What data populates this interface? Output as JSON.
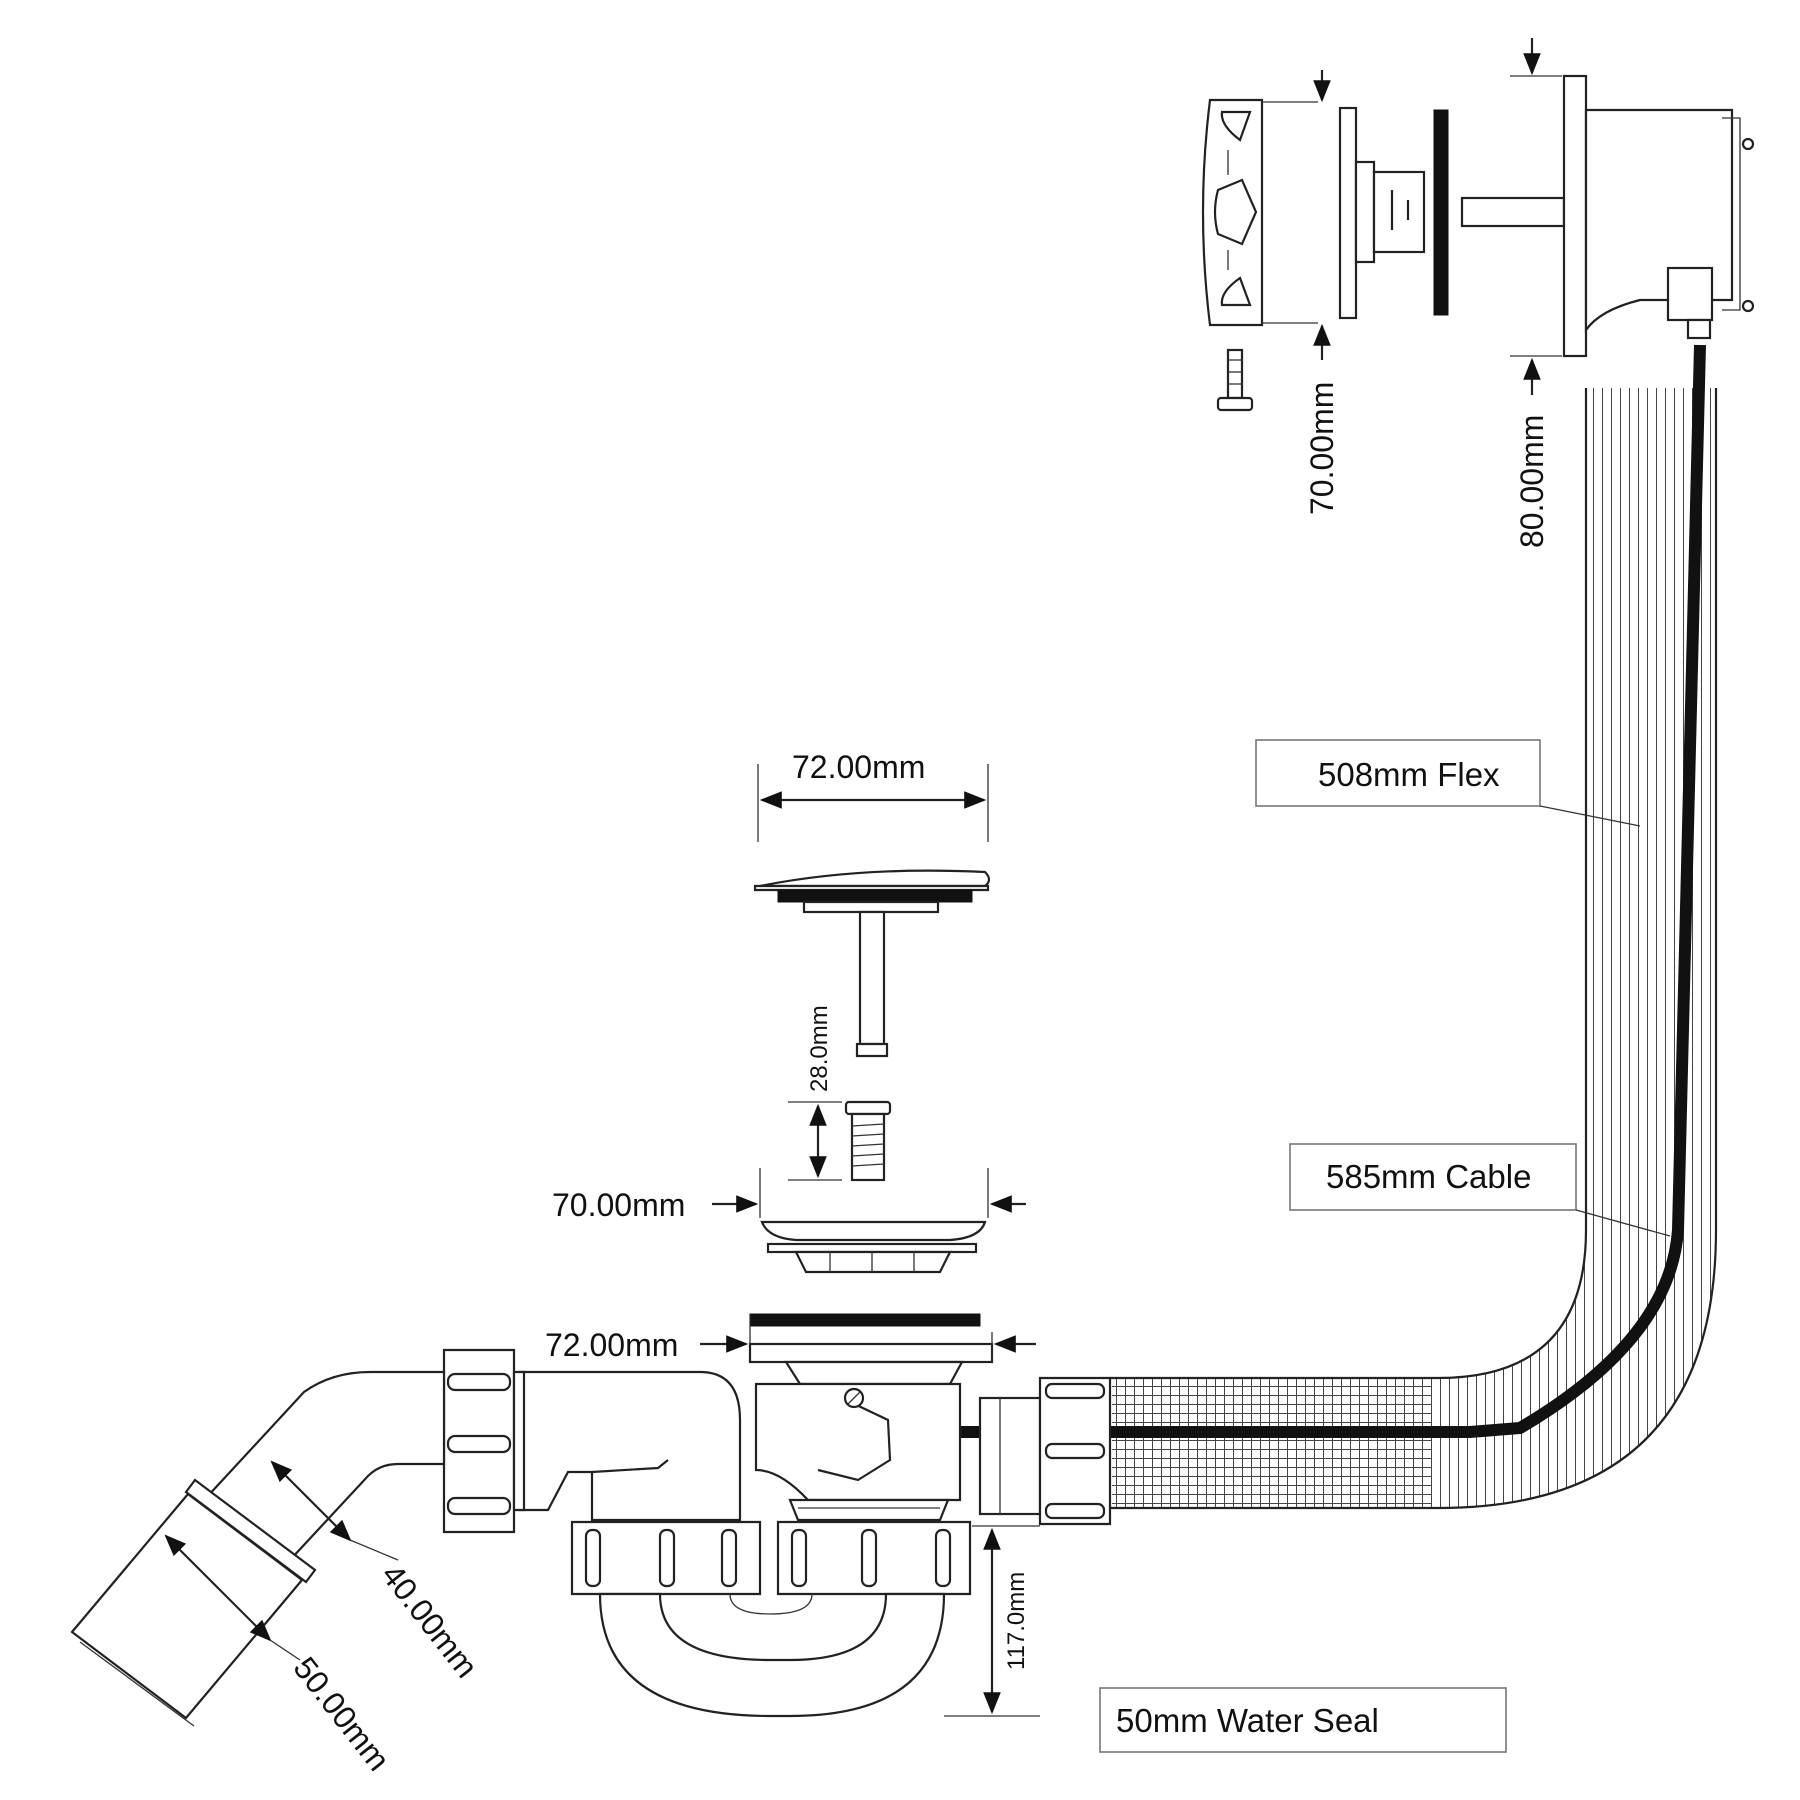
{
  "labels": {
    "overflow_face_70": "70.00mm",
    "overflow_body_80": "80.00mm",
    "plug_cap_72": "72.00mm",
    "stem_28": "28.0mm",
    "grate_70": "70.00mm",
    "trap_body_72": "72.00mm",
    "outlet_40": "40.00mm",
    "outlet_50": "50.00mm",
    "trap_depth_117": "117.0mm"
  },
  "callouts": {
    "flex": "508mm Flex",
    "cable": "585mm Cable",
    "seal": "50mm Water Seal"
  },
  "colors": {
    "line": "#222222",
    "gasket": "#111111",
    "callout_border": "#777777"
  }
}
